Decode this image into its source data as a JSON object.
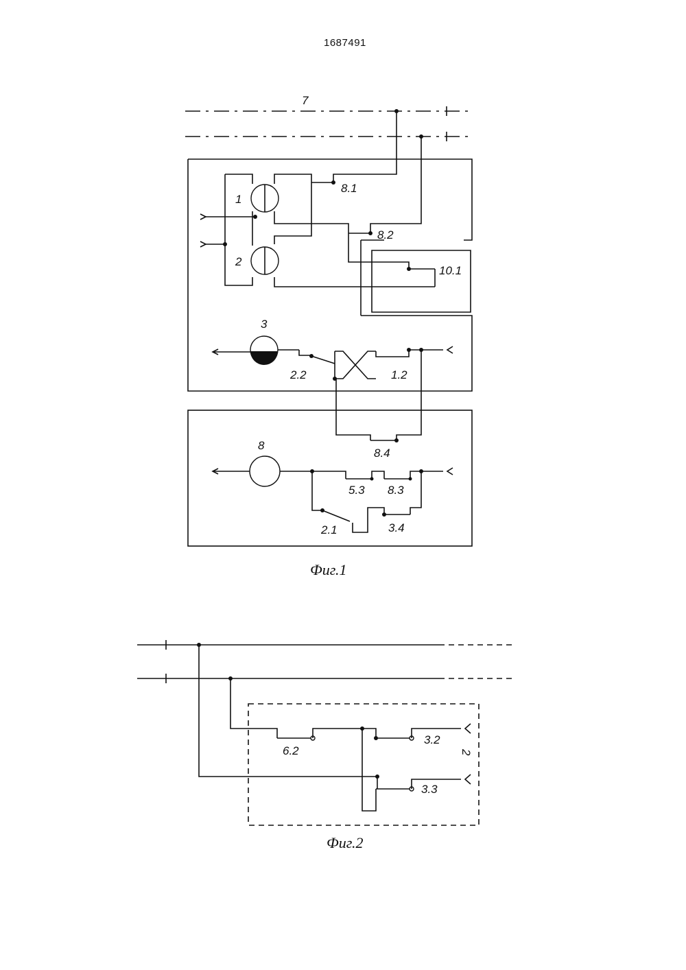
{
  "document": {
    "patent_number": "1687491"
  },
  "fig1": {
    "caption": "Фиг.1",
    "labels": {
      "bus": "7",
      "lamp1": "1",
      "lamp2": "2",
      "lamp3": "3",
      "lamp8": "8",
      "c8_1": "8.1",
      "c8_2": "8.2",
      "c10_1": "10.1",
      "c2_2": "2.2",
      "c1_2": "1.2",
      "c8_4": "8.4",
      "c5_3": "5.3",
      "c8_3": "8.3",
      "c2_1": "2.1",
      "c3_4": "3.4"
    }
  },
  "fig2": {
    "caption": "Фиг.2",
    "labels": {
      "c6_2": "6.2",
      "c3_2": "3.2",
      "c3_3": "3.3",
      "block": "2"
    }
  }
}
